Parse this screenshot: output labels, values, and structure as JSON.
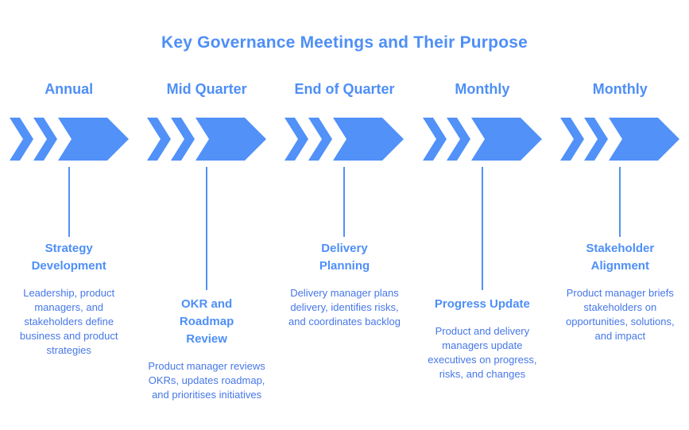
{
  "title": "Key Governance Meetings and Their Purpose",
  "colors": {
    "accent": "#4E8FF7",
    "chevron": "#5191F8",
    "body_text": "#4677E8",
    "background": "#FFFFFF"
  },
  "icons": {
    "timeline_marker": "double-chevron-arrow-icon"
  },
  "columns": [
    {
      "period": "Annual",
      "meeting": "Strategy Development",
      "description": "Leadership, product managers, and stakeholders define business and product strategies",
      "placement": "high"
    },
    {
      "period": "Mid Quarter",
      "meeting": "OKR and Roadmap Review",
      "description": "Product manager reviews OKRs, updates roadmap, and prioritises initiatives",
      "placement": "low"
    },
    {
      "period": "End of Quarter",
      "meeting": "Delivery Planning",
      "description": "Delivery manager plans delivery, identifies risks, and coordinates backlog",
      "placement": "high"
    },
    {
      "period": "Monthly",
      "meeting": "Progress Update",
      "description": "Product and delivery managers update executives on progress, risks, and changes",
      "placement": "low"
    },
    {
      "period": "Monthly",
      "meeting": "Stakeholder Alignment",
      "description": "Product manager briefs stakeholders on opportunities, solutions, and impact",
      "placement": "high"
    }
  ]
}
